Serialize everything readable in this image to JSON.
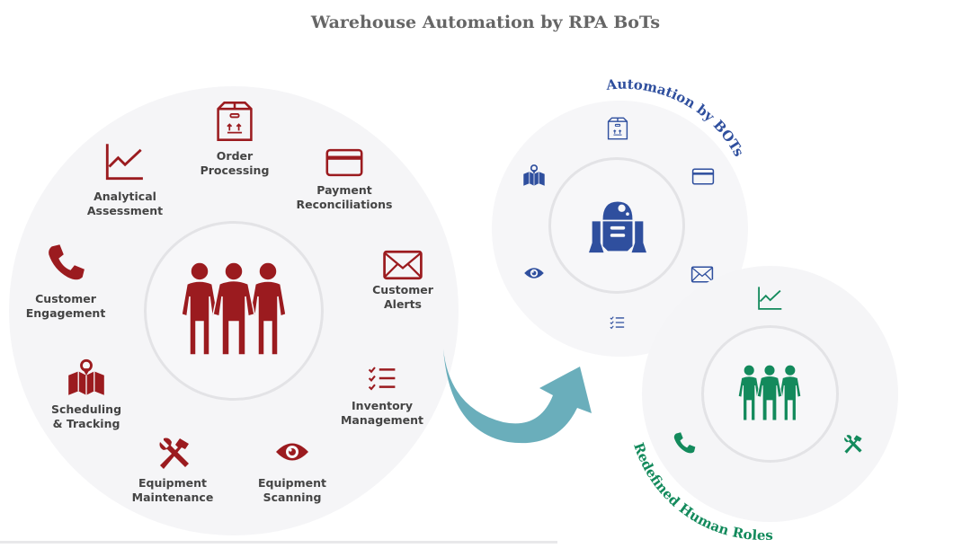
{
  "title": "Warehouse Automation by RPA BoTs",
  "colors": {
    "human": "#9b1b1f",
    "bot": "#2f4f9e",
    "redefined": "#138a5c",
    "arrow": "#6aaebb",
    "title": "#666666"
  },
  "human_tasks": {
    "center_icon": "people-icon",
    "items": [
      {
        "icon": "box-icon",
        "line1": "Order",
        "line2": "Processing"
      },
      {
        "icon": "credit-card-icon",
        "line1": "Payment",
        "line2": "Reconciliations"
      },
      {
        "icon": "envelope-icon",
        "line1": "Customer",
        "line2": "Alerts"
      },
      {
        "icon": "checklist-icon",
        "line1": "Inventory",
        "line2": "Management"
      },
      {
        "icon": "eye-icon",
        "line1": "Equipment",
        "line2": "Scanning"
      },
      {
        "icon": "tools-icon",
        "line1": "Equipment",
        "line2": "Maintenance"
      },
      {
        "icon": "map-pin-icon",
        "line1": "Scheduling",
        "line2": "& Tracking"
      },
      {
        "icon": "phone-icon",
        "line1": "Customer",
        "line2": "Engagement"
      },
      {
        "icon": "line-chart-icon",
        "line1": "Analytical",
        "line2": "Assessment"
      }
    ]
  },
  "bots": {
    "label": "Automation by BOTs",
    "center_icon": "robot-icon",
    "icons": [
      "box-icon",
      "credit-card-icon",
      "envelope-icon",
      "checklist-icon",
      "eye-icon",
      "map-pin-icon"
    ]
  },
  "redefined": {
    "label": "Redefined Human Roles",
    "center_icon": "people-icon",
    "icons": [
      "line-chart-icon",
      "tools-icon",
      "phone-icon"
    ]
  }
}
